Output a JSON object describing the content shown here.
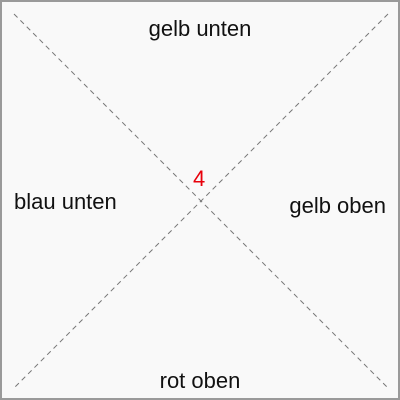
{
  "board": {
    "top_label": "gelb unten",
    "left_label": "blau unten",
    "right_label": "gelb oben",
    "bottom_label": "rot oben",
    "center_number": "4"
  },
  "colors": {
    "number": "#e8000b",
    "text": "#111111",
    "background": "#f9f9f9",
    "border": "#9a9a9a",
    "diagonal": "#777777"
  }
}
